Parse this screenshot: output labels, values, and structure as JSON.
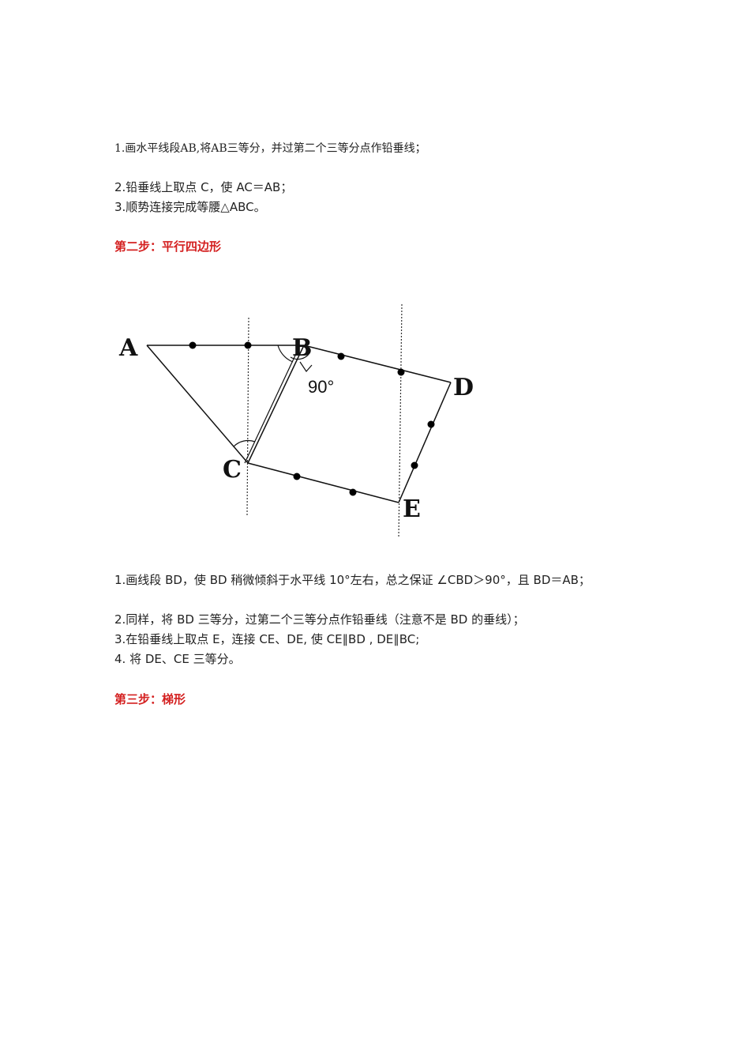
{
  "step1": {
    "line1": "1.画水平线段AB,将AB三等分，并过第二个三等分点作铅垂线；",
    "line2": "2.铅垂线上取点 C，使 AC＝AB；",
    "line3": "3.顺势连接完成等腰△ABC。"
  },
  "step2": {
    "heading": "第二步：平行四边形",
    "line1": "1.画线段 BD，使 BD 稍微倾斜于水平线 10°左右，总之保证 ∠CBD＞90°，且 BD＝AB；",
    "line2": "2.同样，将 BD 三等分，过第二个三等分点作铅垂线（注意不是 BD 的垂线）；",
    "line3": "3.在铅垂线上取点 E，连接 CE、DE,  使 CE∥BD , DE∥BC;",
    "line4": "4. 将 DE、CE 三等分。"
  },
  "step3": {
    "heading": "第三步：梯形"
  },
  "diagram": {
    "label_a": "A",
    "label_b": "B",
    "label_c": "C",
    "label_d": "D",
    "label_e": "E",
    "angle_label": "90°"
  }
}
